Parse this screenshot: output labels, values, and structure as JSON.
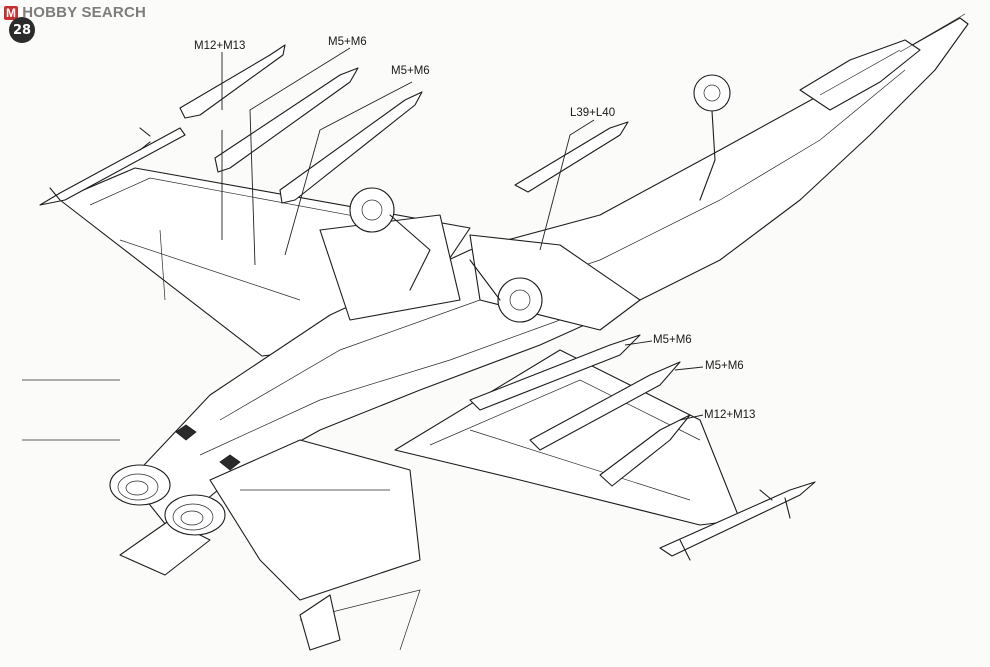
{
  "watermark": {
    "badge": "M",
    "text": "HOBBY SEARCH"
  },
  "step": {
    "number": "28"
  },
  "callouts": [
    {
      "id": "m12-m13-top",
      "label": "M12+M13"
    },
    {
      "id": "m5-m6-top-1",
      "label": "M5+M6"
    },
    {
      "id": "m5-m6-top-2",
      "label": "M5+M6"
    },
    {
      "id": "l39-l40",
      "label": "L39+L40"
    },
    {
      "id": "m5-m6-right-1",
      "label": "M5+M6"
    },
    {
      "id": "m5-m6-right-2",
      "label": "M5+M6"
    },
    {
      "id": "m12-m13-right",
      "label": "M12+M13"
    }
  ]
}
